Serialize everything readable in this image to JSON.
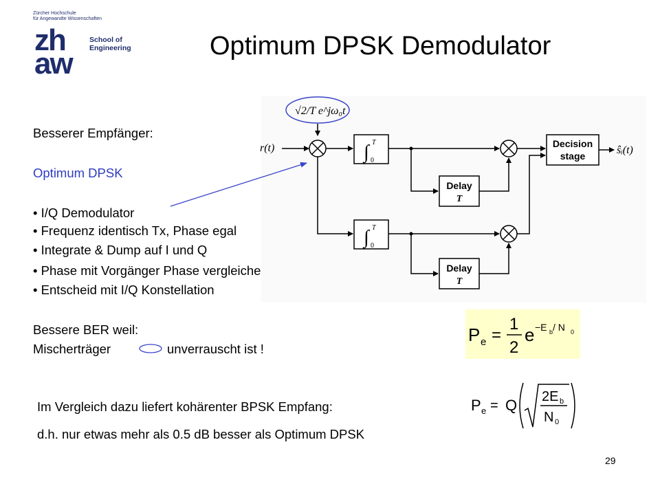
{
  "logo": {
    "institution_line1": "Zürcher Hochschule",
    "institution_line2": "für Angewandte Wissenschaften",
    "mark_top": "zh",
    "mark_bottom": "aw",
    "school_line1": "School of",
    "school_line2": "Engineering"
  },
  "title": "Optimum DPSK Demodulator",
  "left_text": {
    "heading": "Besserer Empfänger:",
    "subheading": "Optimum DPSK",
    "bullets": [
      "• I/Q Demodulator",
      "• Frequenz identisch Tx, Phase egal",
      "• Integrate & Dump auf I und Q",
      "• Phase mit Vorgänger Phase vergleichen",
      "• Entscheid mit I/Q Konstellation"
    ],
    "ber_line1": "Bessere BER weil:",
    "ber_line2_a": "Mischerträger",
    "ber_line2_b": "unverrauscht ist !"
  },
  "diagram": {
    "carrier_label": "√2/T e^jω₀t",
    "input_label": "r(t)",
    "output_label": "ŝᵢ(t)",
    "integrator_upper": "T",
    "integrator_lower": "0",
    "delay_label": "Delay",
    "delay_symbol": "T",
    "decision_line1": "Decision",
    "decision_line2": "stage"
  },
  "formula_dpsk": {
    "lhs": "P",
    "lhs_sub": "e",
    "eq": "=",
    "num": "1",
    "den": "2",
    "base": "e",
    "exponent": "−E",
    "exp_sub1": "b",
    "exp_mid": " / N",
    "exp_sub2": "0"
  },
  "comparison": {
    "line1": "Im Vergleich dazu liefert kohärenter BPSK Empfang:",
    "line2": "d.h. nur etwas mehr als 0.5 dB besser als Optimum DPSK"
  },
  "formula_bpsk": {
    "lhs": "P",
    "lhs_sub": "e",
    "eq": "=",
    "q": "Q",
    "num": "2E",
    "num_sub": "b",
    "den": "N",
    "den_sub": "0"
  },
  "page_number": "29",
  "colors": {
    "logo": "#1f2d6b",
    "highlight_text": "#2e3dbf",
    "formula_background": "#ffffcc"
  }
}
